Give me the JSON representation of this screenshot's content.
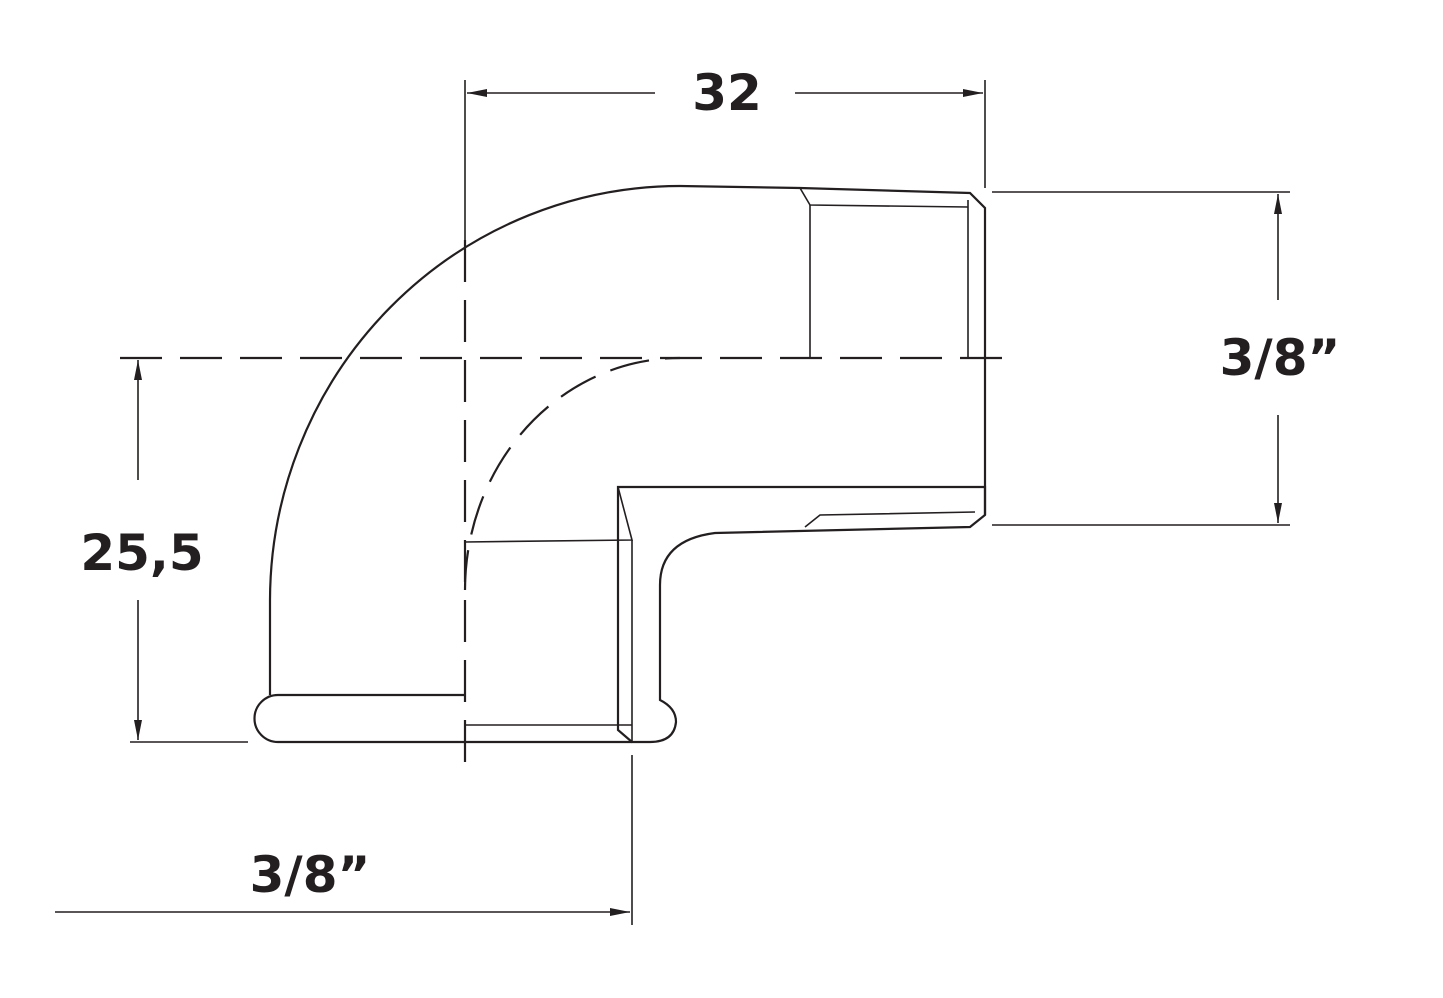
{
  "drawing": {
    "title": "90° elbow fitting, male/female",
    "dimensions": {
      "width": "32",
      "right_thread": "3/8”",
      "height": "25,5",
      "bottom_thread": "3/8”"
    },
    "line_color": "#231f20"
  }
}
